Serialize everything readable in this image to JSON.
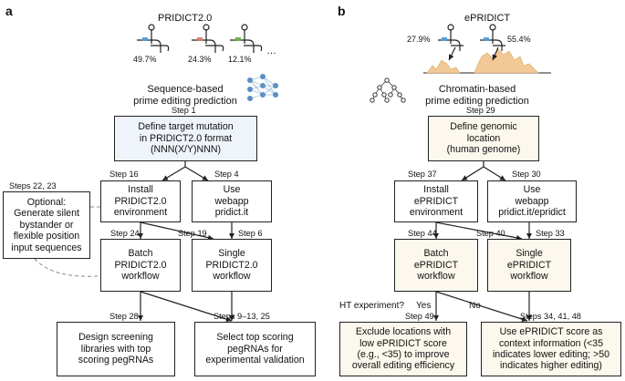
{
  "panels": {
    "a": "a",
    "b": "b"
  },
  "left": {
    "title": "PRIDICT2.0",
    "percentages": [
      "49.7%",
      "24.3%",
      "12.1%"
    ],
    "ellipsis": "…",
    "subtitle": "Sequence-based\nprime editing prediction",
    "step_top": "Step 1",
    "define_box": "Define target mutation\nin PRIDICT2.0 format\n(NNN(X/Y)NNN)",
    "step16": "Step 16",
    "step4": "Step 4",
    "install_box": "Install\nPRIDICT2.0\nenvironment",
    "webapp_box": "Use\nwebapp\npridict.it",
    "optional_steps": "Steps 22, 23",
    "optional_box": "Optional:\nGenerate silent\nbystander or\nflexible position\ninput sequences",
    "step24": "Step 24",
    "step19": "Step 19",
    "step6": "Step 6",
    "batch_box": "Batch\nPRIDICT2.0\nworkflow",
    "single_box": "Single\nPRIDICT2.0\nworkflow",
    "step28": "Step 28",
    "steps9_13": "Steps 9–13,  25",
    "design_box": "Design screening\nlibraries with top\nscoring pegRNAs",
    "select_box": "Select top scoring\npegRNAs for\nexperimental validation"
  },
  "right": {
    "title": "ePRIDICT",
    "percentages": [
      "27.9%",
      "55.4%"
    ],
    "subtitle": "Chromatin-based\nprime editing prediction",
    "step_top": "Step 29",
    "define_box": "Define genomic\nlocation\n(human genome)",
    "step37": "Step 37",
    "step30": "Step 30",
    "install_box": "Install\nePRIDICT\nenvironment",
    "webapp_box": "Use\nwebapp\npridict.it/epridict",
    "step44": "Step 44",
    "step40": "Step 40",
    "step33": "Step 33",
    "batch_box": "Batch\nePRIDICT\nworkflow",
    "single_box": "Single\nePRIDICT\nworkflow",
    "ht_question": "HT experiment?",
    "yes": "Yes",
    "no": "No",
    "step49": "Step 49",
    "steps34": "Steps 34, 41, 48",
    "exclude_box": "Exclude locations with\nlow ePRIDICT score\n(e.g., <35) to improve\noverall editing efficiency",
    "use_box": "Use ePRIDICT score as\ncontext information (<35\nindicates lower editing; >50\nindicates higher editing)"
  },
  "colors": {
    "blue_fill": "#eef4fa",
    "cream_fill": "#fdf8ed",
    "signal": "#f2c896",
    "line": "#222222"
  }
}
